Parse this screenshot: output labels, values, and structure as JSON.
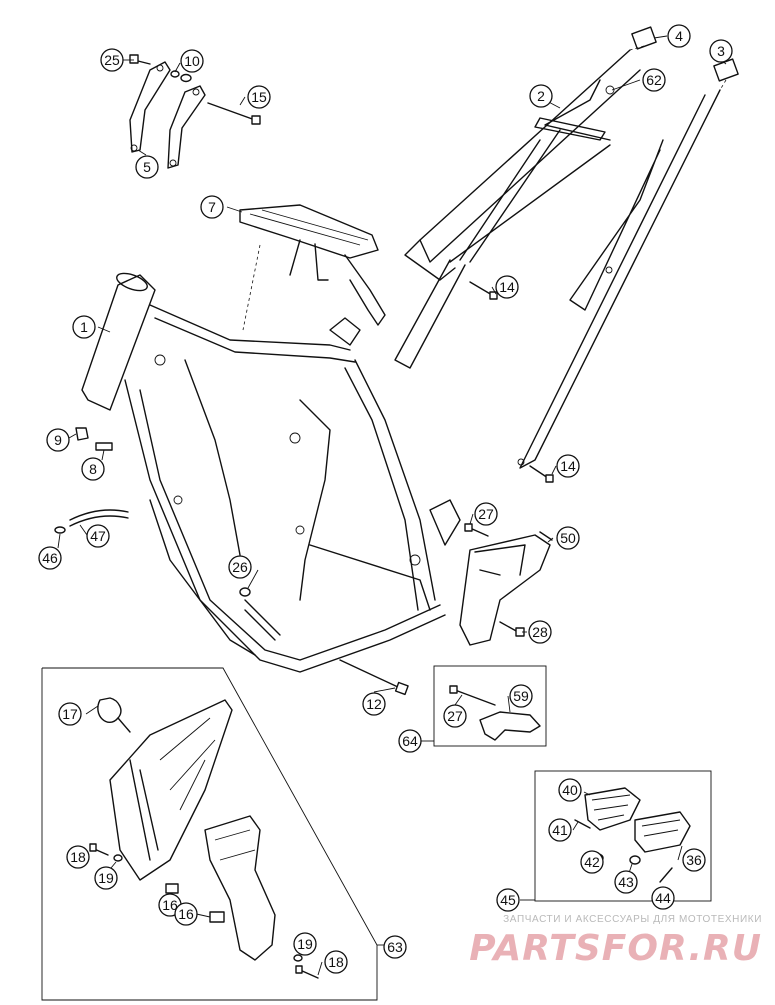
{
  "diagram": {
    "callouts": [
      {
        "id": "c1",
        "label": "1"
      },
      {
        "id": "c2",
        "label": "2"
      },
      {
        "id": "c3",
        "label": "3"
      },
      {
        "id": "c4",
        "label": "4"
      },
      {
        "id": "c5",
        "label": "5"
      },
      {
        "id": "c7",
        "label": "7"
      },
      {
        "id": "c8",
        "label": "8"
      },
      {
        "id": "c9",
        "label": "9"
      },
      {
        "id": "c10",
        "label": "10"
      },
      {
        "id": "c12",
        "label": "12"
      },
      {
        "id": "c14a",
        "label": "14"
      },
      {
        "id": "c14b",
        "label": "14"
      },
      {
        "id": "c15",
        "label": "15"
      },
      {
        "id": "c16a",
        "label": "16"
      },
      {
        "id": "c16b",
        "label": "16"
      },
      {
        "id": "c17",
        "label": "17"
      },
      {
        "id": "c18a",
        "label": "18"
      },
      {
        "id": "c18b",
        "label": "18"
      },
      {
        "id": "c19a",
        "label": "19"
      },
      {
        "id": "c19b",
        "label": "19"
      },
      {
        "id": "c25",
        "label": "25"
      },
      {
        "id": "c26",
        "label": "26"
      },
      {
        "id": "c27a",
        "label": "27"
      },
      {
        "id": "c27b",
        "label": "27"
      },
      {
        "id": "c28",
        "label": "28"
      },
      {
        "id": "c36",
        "label": "36"
      },
      {
        "id": "c40",
        "label": "40"
      },
      {
        "id": "c41",
        "label": "41"
      },
      {
        "id": "c42",
        "label": "42"
      },
      {
        "id": "c43",
        "label": "43"
      },
      {
        "id": "c44",
        "label": "44"
      },
      {
        "id": "c45",
        "label": "45"
      },
      {
        "id": "c46",
        "label": "46"
      },
      {
        "id": "c47",
        "label": "47"
      },
      {
        "id": "c50",
        "label": "50"
      },
      {
        "id": "c59",
        "label": "59"
      },
      {
        "id": "c62",
        "label": "62"
      },
      {
        "id": "c63",
        "label": "63"
      },
      {
        "id": "c64",
        "label": "64"
      }
    ]
  },
  "watermark": {
    "tagline": "ЗАПЧАСТИ И АКСЕССУАРЫ ДЛЯ МОТОТЕХНИКИ",
    "logo_text": "PARTSFOR.RU",
    "color": "#e2989e"
  }
}
